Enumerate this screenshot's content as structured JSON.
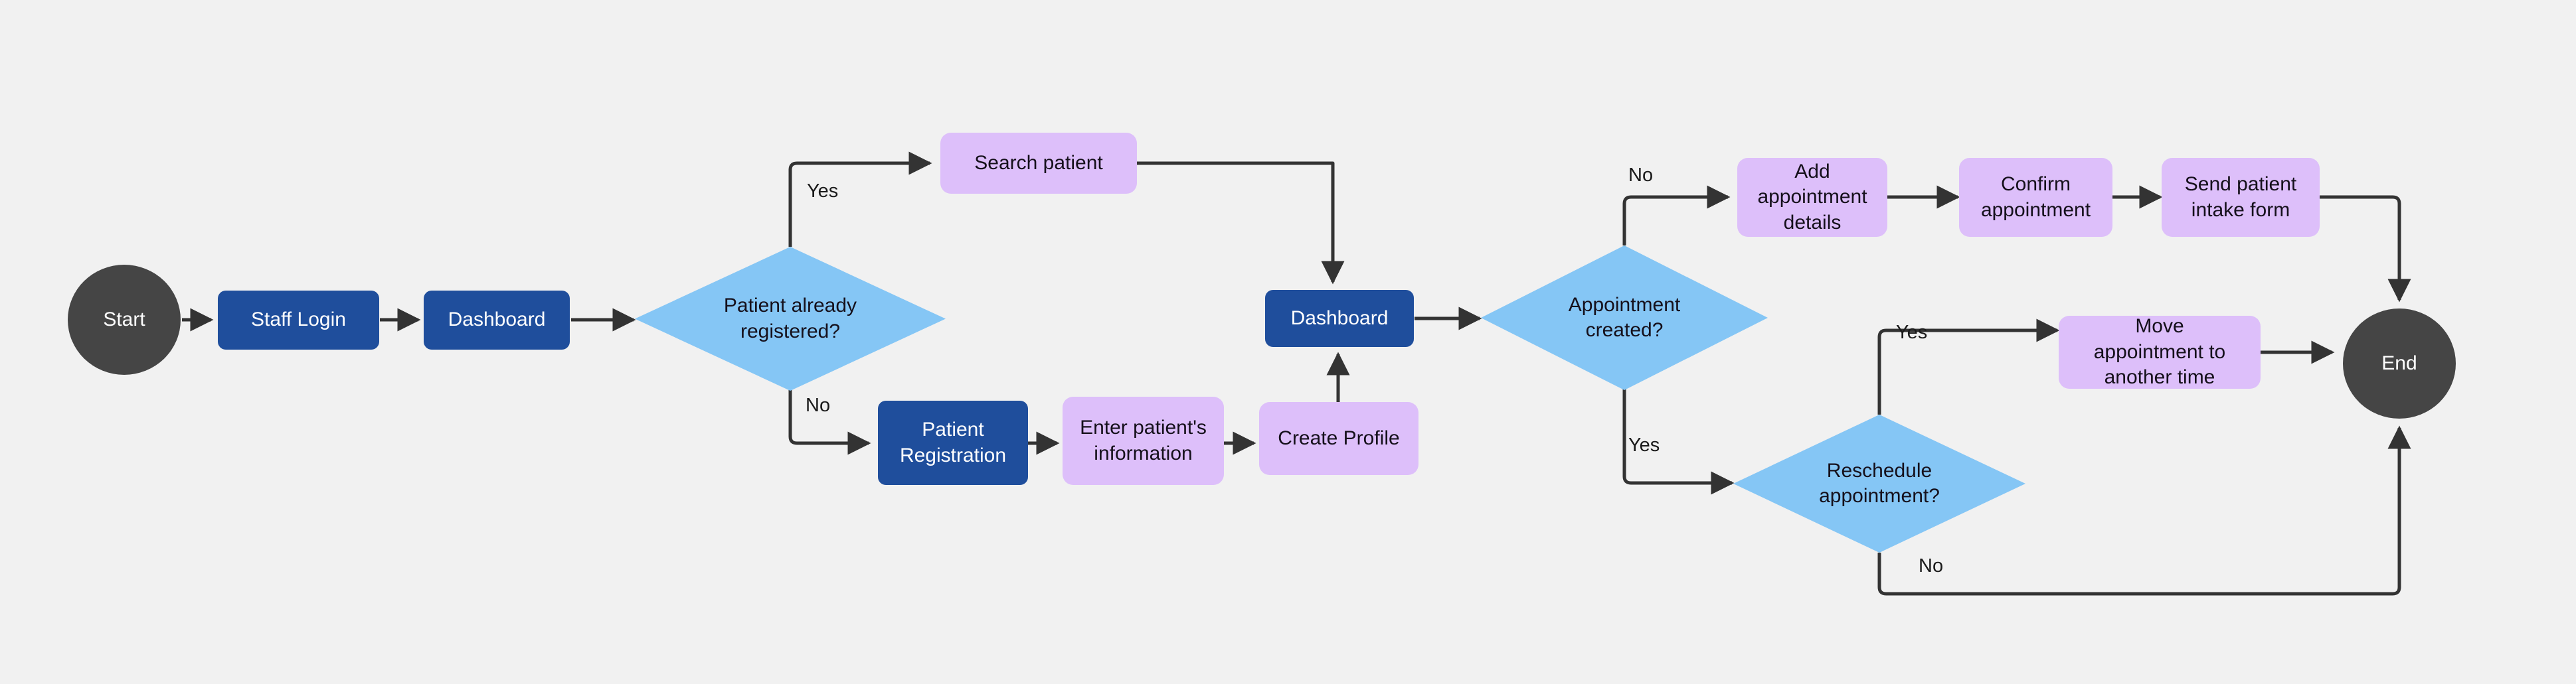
{
  "diagram": {
    "title": "Patient appointment scheduling flowchart",
    "background_color": "#f1f1f1",
    "colors": {
      "terminator": "#454545",
      "process_primary": "#1f4e9c",
      "process_secondary": "#ddbffa",
      "decision": "#85c6f5",
      "edge": "#333333",
      "text_light": "#ffffff",
      "text_dark": "#15101b"
    }
  },
  "nodes": [
    {
      "id": "start",
      "label": "Start",
      "shape": "ellipse",
      "type": "terminator"
    },
    {
      "id": "staff_login",
      "label": "Staff Login",
      "shape": "rounded",
      "type": "process-primary"
    },
    {
      "id": "dashboard_1",
      "label": "Dashboard",
      "shape": "rounded",
      "type": "process-primary"
    },
    {
      "id": "patient_registered",
      "label": "Patient already\nregistered?",
      "shape": "diamond",
      "type": "decision"
    },
    {
      "id": "search_patient",
      "label": "Search patient",
      "shape": "rounded",
      "type": "process-secondary"
    },
    {
      "id": "patient_registration",
      "label": "Patient\nRegistration",
      "shape": "rounded",
      "type": "process-primary"
    },
    {
      "id": "enter_info",
      "label": "Enter patient's\ninformation",
      "shape": "rounded",
      "type": "process-secondary"
    },
    {
      "id": "create_profile",
      "label": "Create Profile",
      "shape": "rounded",
      "type": "process-secondary"
    },
    {
      "id": "dashboard_2",
      "label": "Dashboard",
      "shape": "rounded",
      "type": "process-primary"
    },
    {
      "id": "appointment_created",
      "label": "Appointment\ncreated?",
      "shape": "diamond",
      "type": "decision"
    },
    {
      "id": "add_appointment",
      "label": "Add\nappointment\ndetails",
      "shape": "rounded",
      "type": "process-secondary"
    },
    {
      "id": "confirm_appointment",
      "label": "Confirm\nappointment",
      "shape": "rounded",
      "type": "process-secondary"
    },
    {
      "id": "send_intake_form",
      "label": "Send patient\nintake form",
      "shape": "rounded",
      "type": "process-secondary"
    },
    {
      "id": "reschedule",
      "label": "Reschedule\nappointment?",
      "shape": "diamond",
      "type": "decision"
    },
    {
      "id": "move_appointment",
      "label": "Move\nappointment to\nanother time",
      "shape": "rounded",
      "type": "process-secondary"
    },
    {
      "id": "end",
      "label": "End",
      "shape": "ellipse",
      "type": "terminator"
    }
  ],
  "edge_labels": [
    {
      "id": "registered_yes",
      "text": "Yes",
      "from": "patient_registered",
      "to": "search_patient"
    },
    {
      "id": "registered_no",
      "text": "No",
      "from": "patient_registered",
      "to": "patient_registration"
    },
    {
      "id": "created_no",
      "text": "No",
      "from": "appointment_created",
      "to": "add_appointment"
    },
    {
      "id": "created_yes",
      "text": "Yes",
      "from": "appointment_created",
      "to": "reschedule"
    },
    {
      "id": "reschedule_yes",
      "text": "Yes",
      "from": "reschedule",
      "to": "move_appointment"
    },
    {
      "id": "reschedule_no",
      "text": "No",
      "from": "reschedule",
      "to": "end"
    }
  ],
  "edges": [
    {
      "from": "start",
      "to": "staff_login"
    },
    {
      "from": "staff_login",
      "to": "dashboard_1"
    },
    {
      "from": "dashboard_1",
      "to": "patient_registered"
    },
    {
      "from": "patient_registered",
      "to": "search_patient",
      "label": "Yes"
    },
    {
      "from": "patient_registered",
      "to": "patient_registration",
      "label": "No"
    },
    {
      "from": "search_patient",
      "to": "dashboard_2"
    },
    {
      "from": "patient_registration",
      "to": "enter_info"
    },
    {
      "from": "enter_info",
      "to": "create_profile"
    },
    {
      "from": "create_profile",
      "to": "dashboard_2"
    },
    {
      "from": "dashboard_2",
      "to": "appointment_created"
    },
    {
      "from": "appointment_created",
      "to": "add_appointment",
      "label": "No"
    },
    {
      "from": "add_appointment",
      "to": "confirm_appointment"
    },
    {
      "from": "confirm_appointment",
      "to": "send_intake_form"
    },
    {
      "from": "send_intake_form",
      "to": "end"
    },
    {
      "from": "appointment_created",
      "to": "reschedule",
      "label": "Yes"
    },
    {
      "from": "reschedule",
      "to": "move_appointment",
      "label": "Yes"
    },
    {
      "from": "move_appointment",
      "to": "end"
    },
    {
      "from": "reschedule",
      "to": "end",
      "label": "No"
    }
  ]
}
